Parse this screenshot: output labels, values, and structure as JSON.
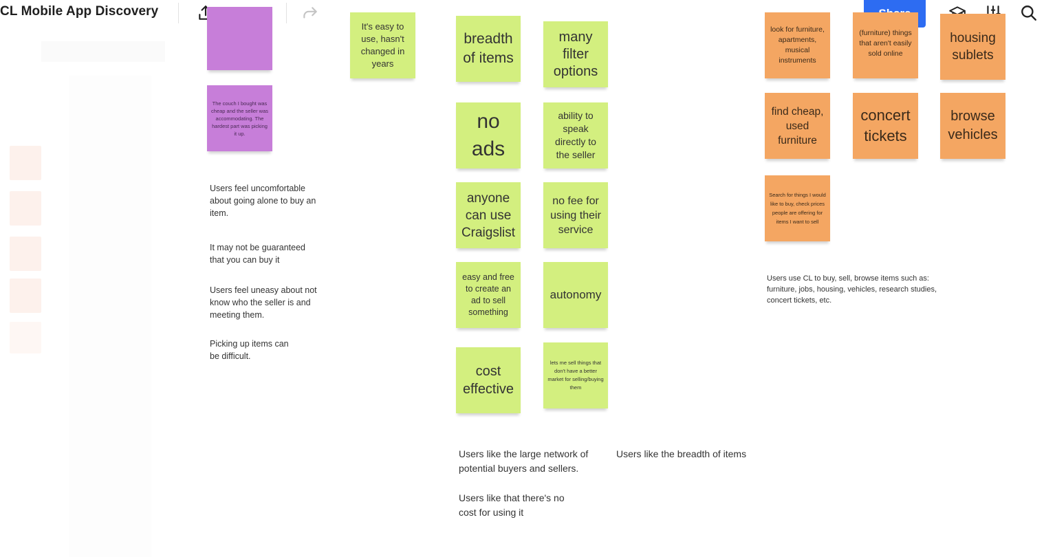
{
  "header": {
    "board_title": "CL Mobile App Discovery",
    "share_label": "Share",
    "icons": [
      "upload-icon",
      "undo-icon",
      "redo-icon",
      "learn-icon",
      "settings-sliders-icon",
      "search-icon"
    ]
  },
  "purple_stickies": [
    "",
    "The couch I bought was cheap and the seller was accommodating. The hardest part was picking it up."
  ],
  "left_notes": [
    "Users feel uncomfortable about going alone to buy an item.",
    "It may not be guaranteed that you can buy it",
    "Users feel uneasy about not know who the seller is and meeting them.",
    "Picking up items can be difficult."
  ],
  "green_stickies": {
    "easy": "It's easy to use, hasn't changed in years",
    "breadth": "breadth of items",
    "filter": "many filter options",
    "no_ads": "no ads",
    "speak": "ability to speak directly to the seller",
    "anyone": "anyone can use Craigslist",
    "no_fee": "no fee for using their service",
    "easy_free": "easy and free to create an ad to sell something",
    "autonomy": "autonomy",
    "cost": "cost effective",
    "sell_things": "lets me sell things that don't have a better market for selling/buying them"
  },
  "middle_notes": {
    "network": "Users like the large network of potential buyers and sellers.",
    "no_cost": "Users like that there's no cost for using it",
    "breadth": "Users like the breadth of items"
  },
  "orange_stickies": {
    "look_for": "look for furniture, apartments, musical instruments",
    "things": "(furniture) things that aren't easily sold online",
    "housing": "housing sublets",
    "cheap_furniture": "find cheap, used furniture",
    "concert": "concert tickets",
    "vehicles": "browse vehicles",
    "search": "Search for things I would like to buy, check prices people are offering for items I want to sell"
  },
  "right_note": "Users use CL to buy, sell, browse items such as: furniture, jobs, housing, vehicles, research studies, concert tickets, etc.",
  "colors": {
    "purple": "#c77ed9",
    "green": "#d3ef7f",
    "orange": "#f4a662",
    "share_button": "#2d6cf2"
  }
}
